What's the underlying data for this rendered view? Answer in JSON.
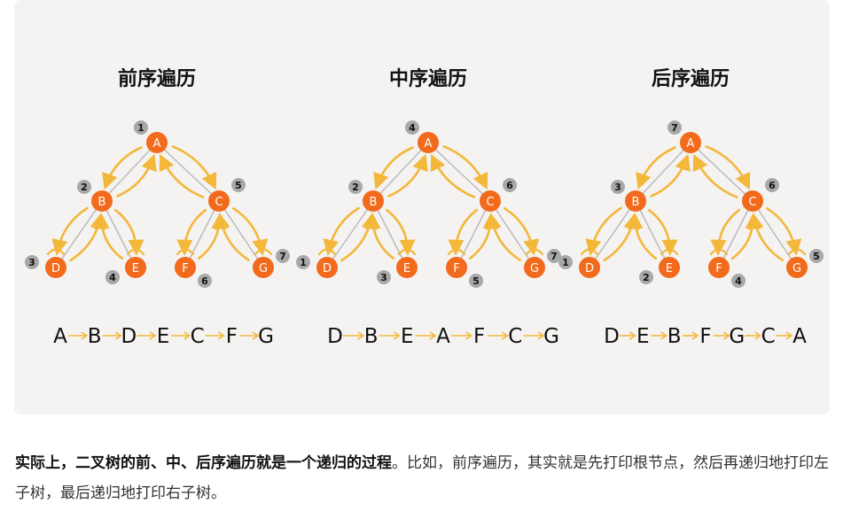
{
  "diagrams": [
    {
      "title": "前序遍历",
      "nodes": [
        {
          "label": "A",
          "order": "1"
        },
        {
          "label": "B",
          "order": "2"
        },
        {
          "label": "C",
          "order": "5"
        },
        {
          "label": "D",
          "order": "3"
        },
        {
          "label": "E",
          "order": "4"
        },
        {
          "label": "F",
          "order": "6"
        },
        {
          "label": "G",
          "order": "7"
        }
      ],
      "sequence": [
        "A",
        "B",
        "D",
        "E",
        "C",
        "F",
        "G"
      ]
    },
    {
      "title": "中序遍历",
      "nodes": [
        {
          "label": "A",
          "order": "4"
        },
        {
          "label": "B",
          "order": "2"
        },
        {
          "label": "C",
          "order": "6"
        },
        {
          "label": "D",
          "order": "1"
        },
        {
          "label": "E",
          "order": "3"
        },
        {
          "label": "F",
          "order": "5"
        },
        {
          "label": "G",
          "order": "7"
        }
      ],
      "sequence": [
        "D",
        "B",
        "E",
        "A",
        "F",
        "C",
        "G"
      ]
    },
    {
      "title": "后序遍历",
      "nodes": [
        {
          "label": "A",
          "order": "7"
        },
        {
          "label": "B",
          "order": "3"
        },
        {
          "label": "C",
          "order": "6"
        },
        {
          "label": "D",
          "order": "1"
        },
        {
          "label": "E",
          "order": "2"
        },
        {
          "label": "F",
          "order": "4"
        },
        {
          "label": "G",
          "order": "5"
        }
      ],
      "sequence": [
        "D",
        "E",
        "B",
        "F",
        "G",
        "C",
        "A"
      ]
    }
  ],
  "colors": {
    "node": "#f26a1b",
    "arrow": "#f3b73a",
    "edge": "#b8b8b8",
    "badge": "#a8a8a8",
    "card": "#f4f3f1"
  },
  "caption": {
    "bold": "实际上，二叉树的前、中、后序遍历就是一个递归的过程",
    "rest": "。比如，前序遍历，其实就是先打印根节点，然后再递归地打印左子树，最后递归地打印右子树。"
  }
}
